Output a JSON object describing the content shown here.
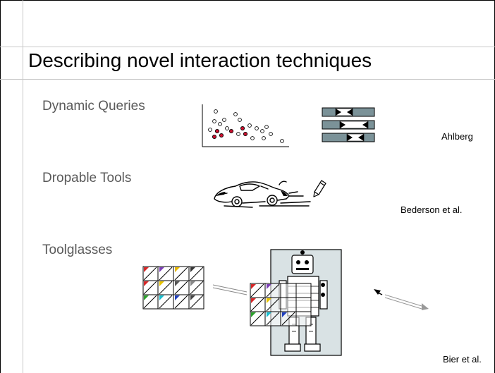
{
  "slide": {
    "title": "Describing novel interaction techniques"
  },
  "items": [
    {
      "label": "Dynamic Queries",
      "credit": "Ahlberg"
    },
    {
      "label": "Dropable Tools",
      "credit": "Bederson et al."
    },
    {
      "label": "Toolglasses",
      "credit": "Bier et al."
    }
  ],
  "colors": {
    "point_highlight": "#c8102e",
    "slider_fill": "#7b9298",
    "robot_panel": "#d9e2e4"
  },
  "icons": [
    "scatter-plot-icon",
    "range-slider-icon",
    "cartoon-car-icon",
    "crayon-icon",
    "toolglass-palette-icon",
    "robot-illustration-icon",
    "cursor-arrow-icon"
  ]
}
